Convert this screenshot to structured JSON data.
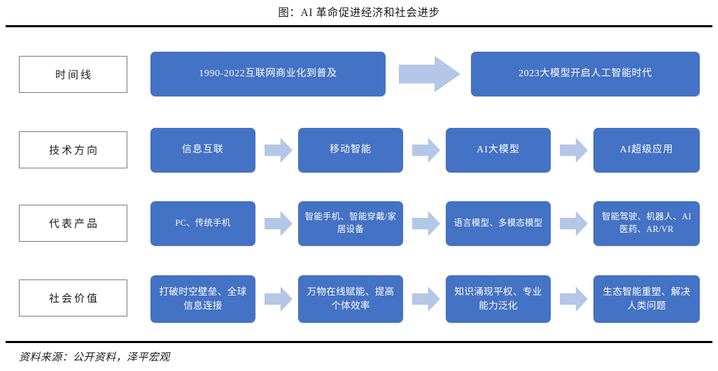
{
  "title": "图：AI 革命促进经济和社会进步",
  "source_note": "资料来源：公开资料，泽平宏观",
  "colors": {
    "box_blue": "#4472C4",
    "arrow_blue": "#B4C7E7",
    "rule_black": "#000000",
    "label_border": "#7B7B7B",
    "text_white": "#FFFFFF",
    "text_black": "#1A1A1A"
  },
  "rows": [
    {
      "label": "时间线",
      "type": "timeline",
      "boxes": [
        "1990-2022互联网商业化到普及",
        "2023大模型开启人工智能时代"
      ]
    },
    {
      "label": "技术方向",
      "type": "stages",
      "boxes": [
        "信息互联",
        "移动智能",
        "AI大模型",
        "AI超级应用"
      ]
    },
    {
      "label": "代表产品",
      "type": "stages",
      "boxes": [
        "PC、传统手机",
        "智能手机、智能穿戴/家居设备",
        "语言模型、多模态模型",
        "智能驾驶、机器人、AI医药、AR/VR"
      ]
    },
    {
      "label": "社会价值",
      "type": "stages",
      "boxes": [
        "打破时空壁垒、全球信息连接",
        "万物在线赋能、提高个体效率",
        "知识涌现平权、专业能力泛化",
        "生态智能重塑、解决人类问题"
      ]
    }
  ],
  "arrows": {
    "big": "right-arrow-icon",
    "small": "right-arrow-icon",
    "count_big": 1,
    "count_small": 9
  }
}
